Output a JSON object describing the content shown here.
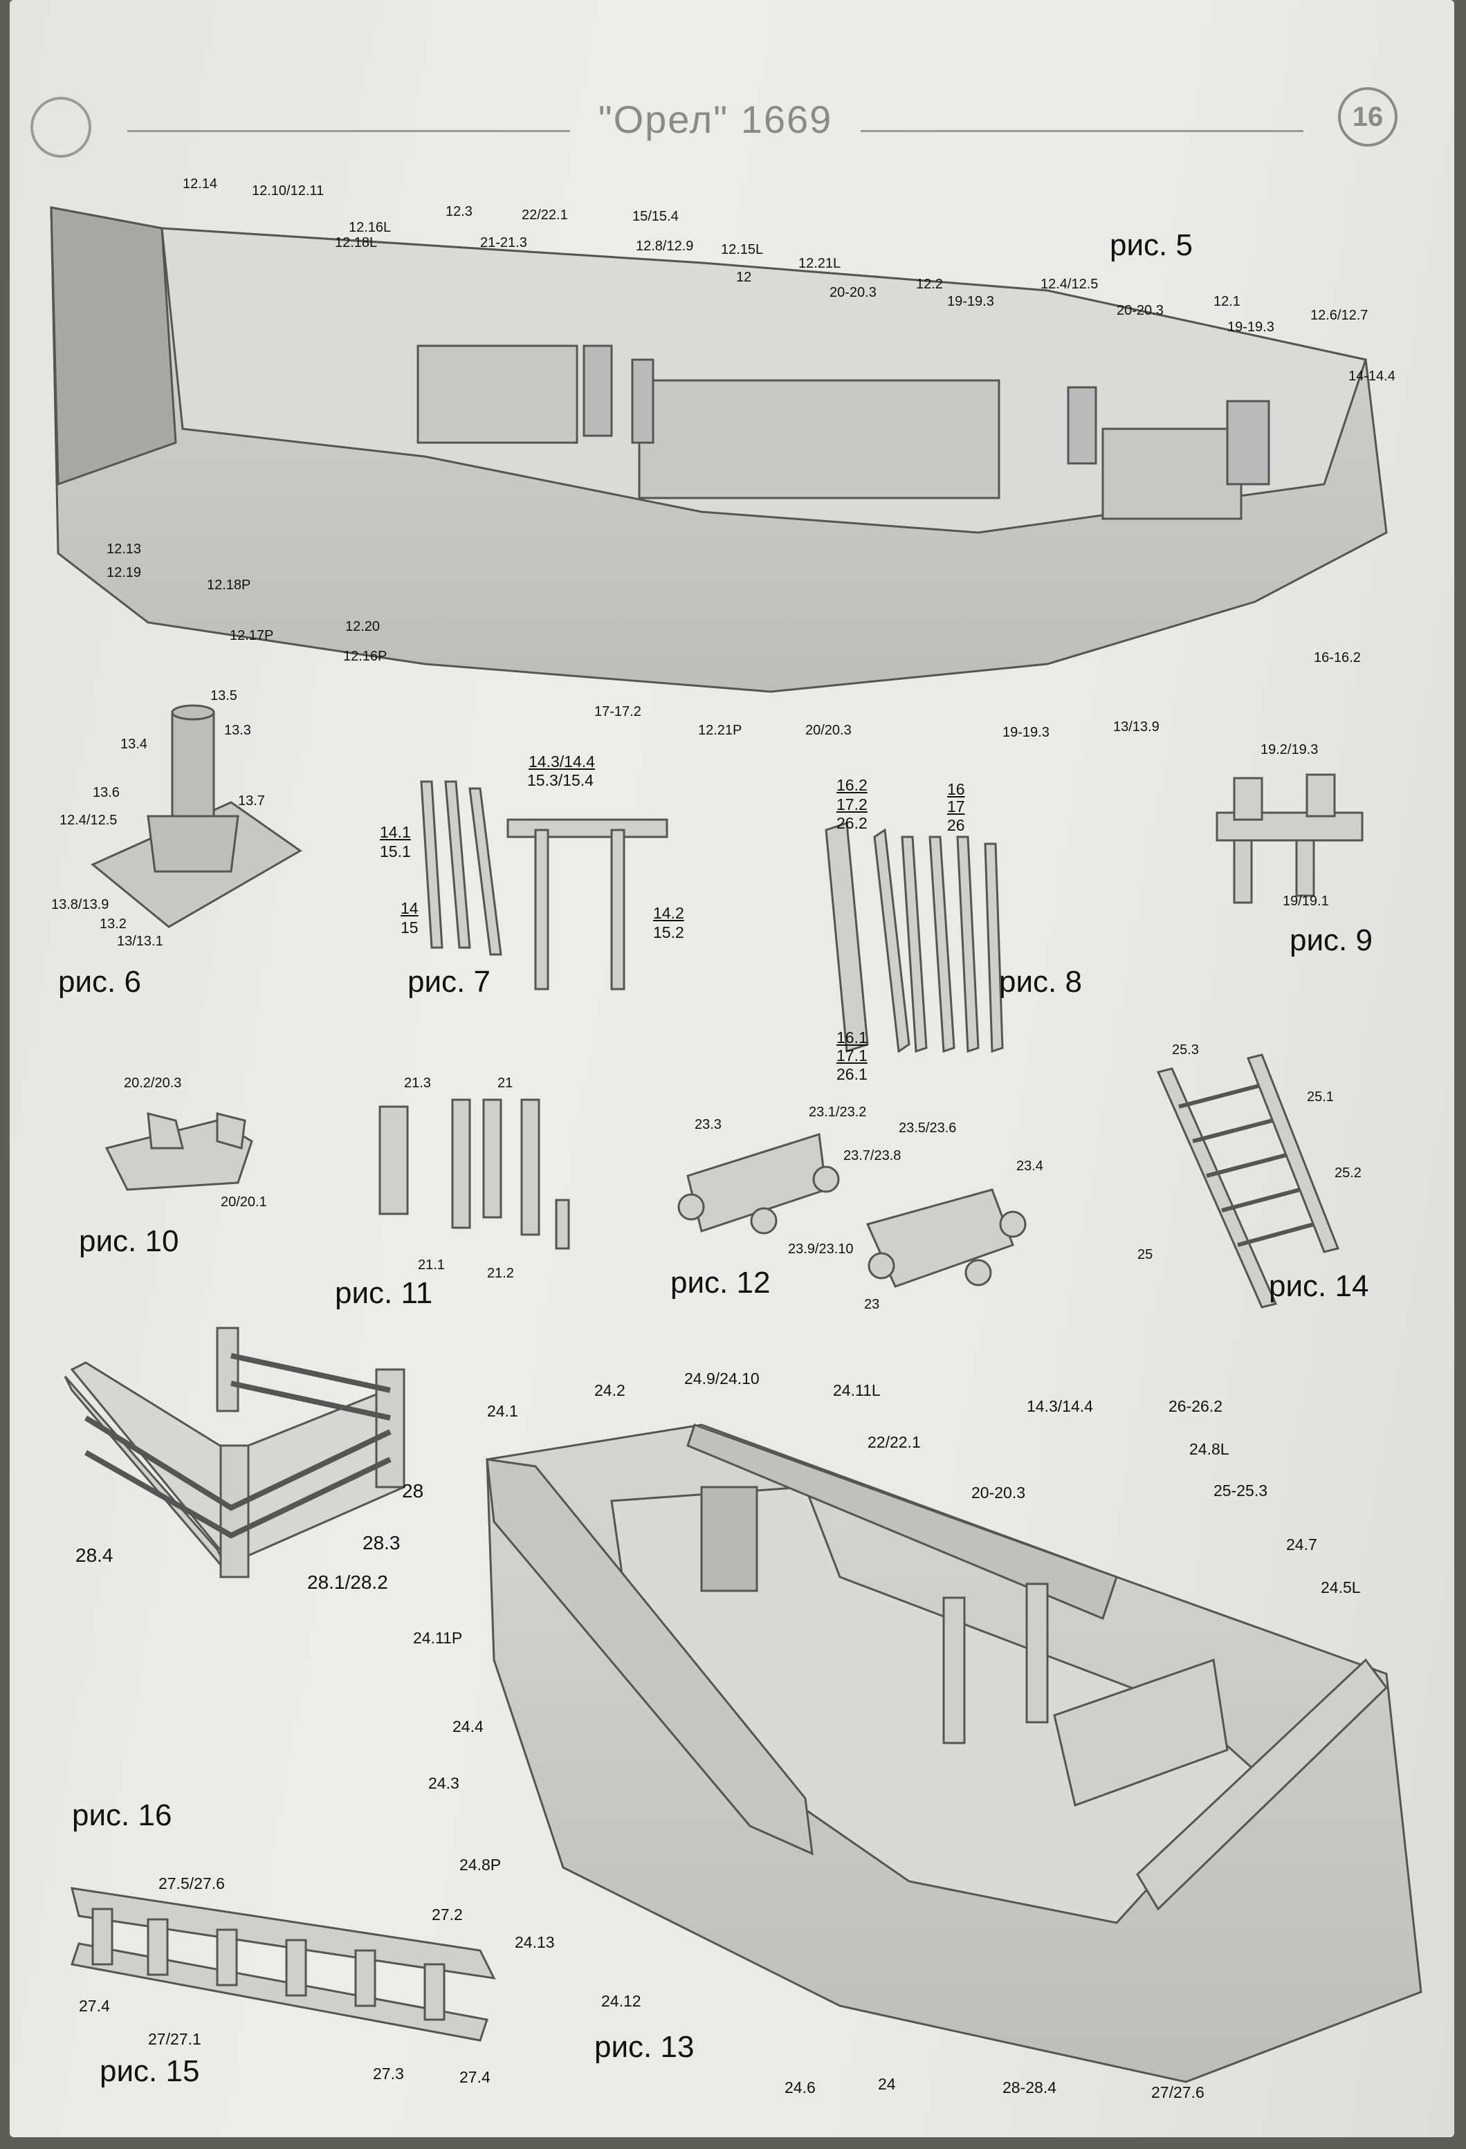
{
  "header": {
    "title": "\"Орел\" 1669",
    "page_number": "16"
  },
  "figures": {
    "fig5": {
      "caption": "рис. 5",
      "labels": [
        "12.14",
        "12.10/12.11",
        "12.16L",
        "12.18L",
        "12.3",
        "22/22.1",
        "21-21.3",
        "15/15.4",
        "12.8/12.9",
        "12.15L",
        "12.21L",
        "12",
        "20-20.3",
        "12.2",
        "19-19.3",
        "12.4/12.5",
        "20-20.3",
        "12.1",
        "19-19.3",
        "12.6/12.7",
        "14-14.4",
        "12.13",
        "12.19",
        "12.18P",
        "12.17P",
        "12.20",
        "12.16P",
        "17-17.2",
        "12.21P",
        "20/20.3",
        "19-19.3",
        "13/13.9",
        "16-16.2"
      ]
    },
    "fig6": {
      "caption": "рис. 6",
      "labels": [
        "13.5",
        "13.4",
        "13.3",
        "13.6",
        "13.7",
        "12.4/12.5",
        "13.8/13.9",
        "13.2",
        "13/13.1"
      ]
    },
    "fig7": {
      "caption": "рис. 7",
      "labels": [
        "14.3/14.4",
        "15.3/15.4",
        "14.1",
        "15.1",
        "14",
        "15",
        "14.2",
        "15.2"
      ]
    },
    "fig8": {
      "caption": "рис. 8",
      "labels": [
        "16.2",
        "17.2",
        "26.2",
        "16",
        "17",
        "26",
        "16.1",
        "17.1",
        "26.1"
      ]
    },
    "fig9": {
      "caption": "рис. 9",
      "labels": [
        "19.2/19.3",
        "19/19.1"
      ]
    },
    "fig10": {
      "caption": "рис. 10",
      "labels": [
        "20.2/20.3",
        "20/20.1"
      ]
    },
    "fig11": {
      "caption": "рис. 11",
      "labels": [
        "21.3",
        "21",
        "21.1",
        "21.2"
      ]
    },
    "fig12": {
      "caption": "рис. 12",
      "labels": [
        "23.3",
        "23.1/23.2",
        "23.5/23.6",
        "23.7/23.8",
        "23.4",
        "23.9/23.10",
        "23"
      ]
    },
    "fig14": {
      "caption": "рис. 14",
      "labels": [
        "25.3",
        "25.1",
        "25.2",
        "25"
      ]
    },
    "fig16": {
      "caption": "рис. 16",
      "labels": [
        "28",
        "28.3",
        "28.4",
        "28.1/28.2"
      ]
    },
    "fig13": {
      "caption": "рис. 13",
      "labels": [
        "24.2",
        "24.9/24.10",
        "24.11L",
        "24.1",
        "22/22.1",
        "14.3/14.4",
        "26-26.2",
        "24.8L",
        "20-20.3",
        "25-25.3",
        "24.7",
        "24.5L",
        "24.11P",
        "24.4",
        "24.3",
        "24.8P",
        "24.13",
        "24.12",
        "24.6",
        "24",
        "28-28.4",
        "27/27.6"
      ]
    },
    "fig15": {
      "caption": "рис. 15",
      "labels": [
        "27.5/27.6",
        "27.2",
        "27.4",
        "27/27.1",
        "27.3",
        "27.4"
      ]
    }
  }
}
